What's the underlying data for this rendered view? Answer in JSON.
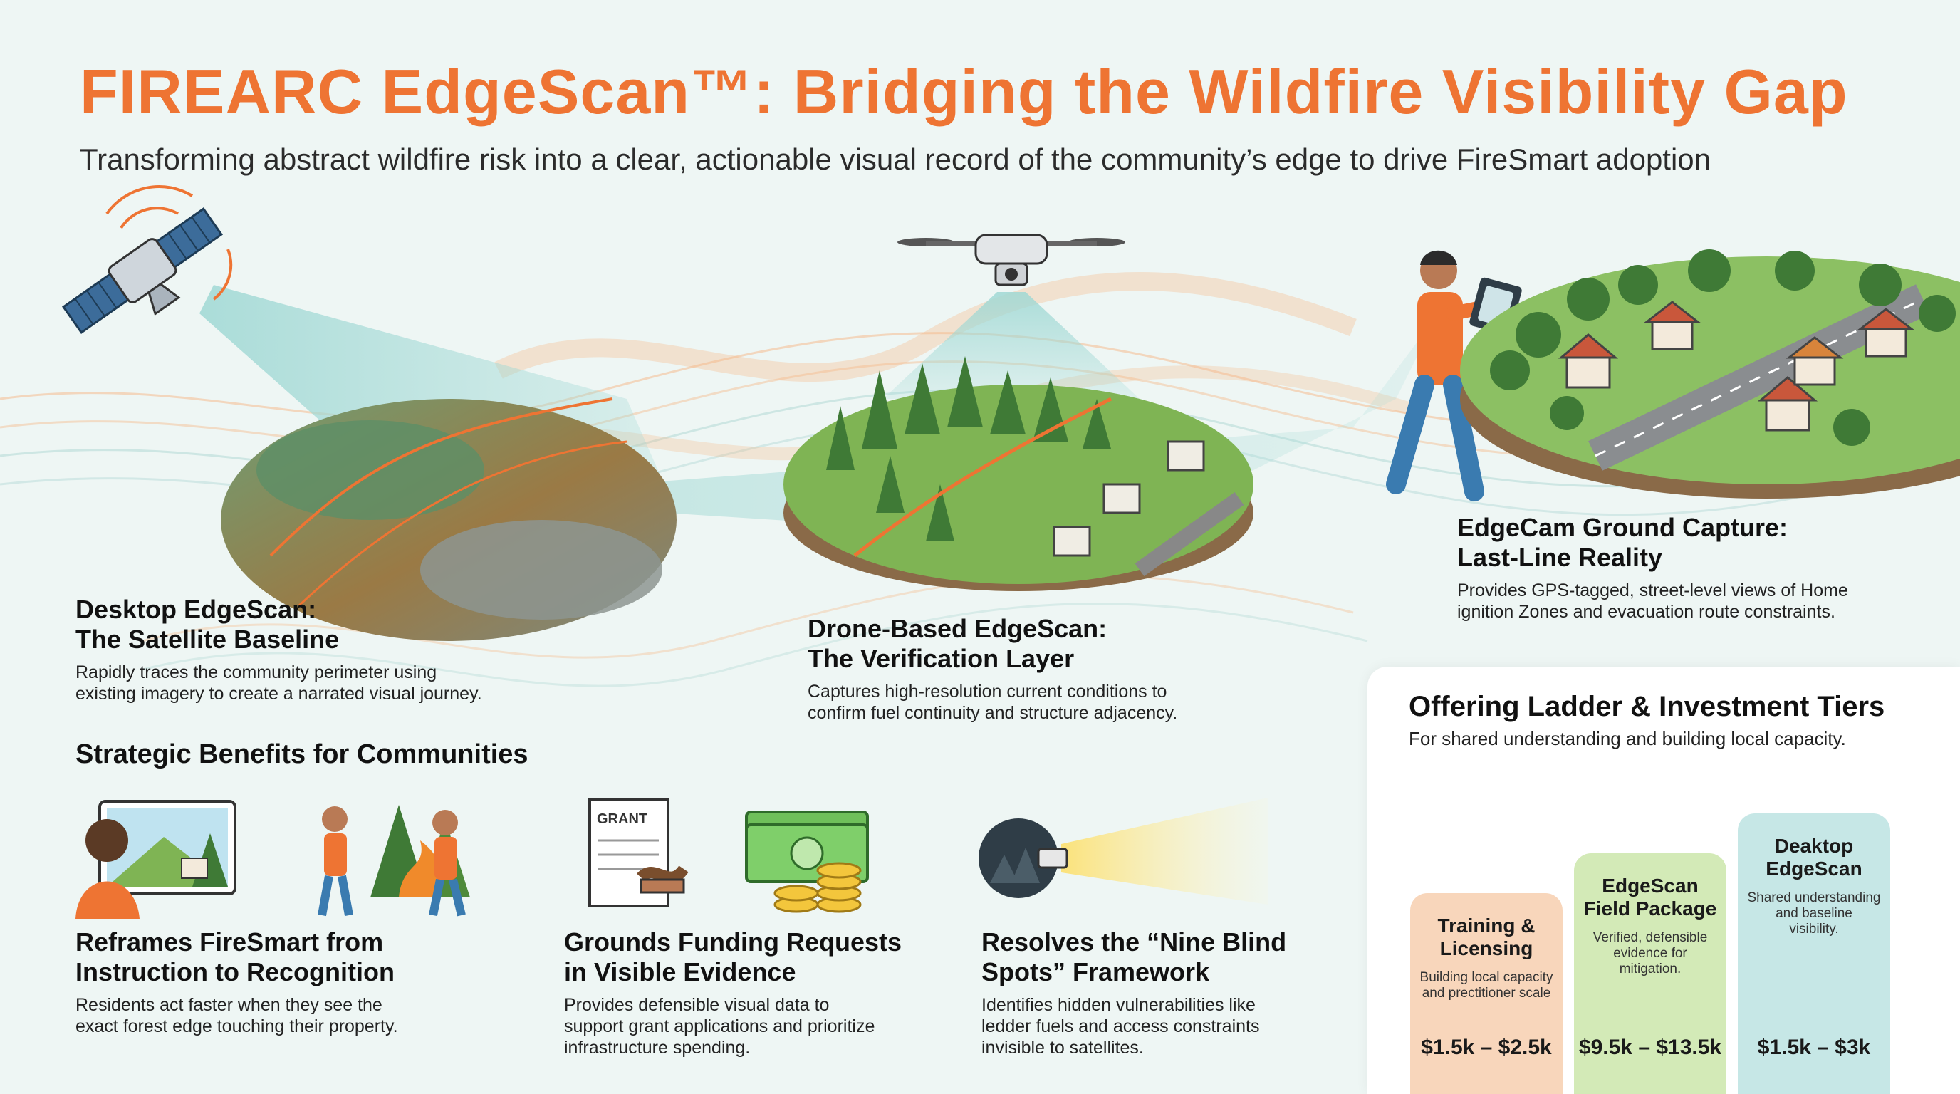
{
  "header": {
    "title": "FIREARC EdgeScan™: Bridging the Wildfire Visibility Gap",
    "subtitle": "Transforming abstract wildfire risk into a clear, actionable visual record of the community’s edge to drive FireSmart adoption"
  },
  "stages": [
    {
      "title_line1": "Desktop EdgeScan:",
      "title_line2": "The Satellite Baseline",
      "desc_line1": "Rapidly traces the community perimeter using",
      "desc_line2": "existing imagery to create a narrated visual journey."
    },
    {
      "title_line1": "Drone-Based EdgeScan:",
      "title_line2": "The Verification Layer",
      "desc_line1": "Captures high-resolution current conditions to",
      "desc_line2": "confirm fuel continuity and structure adjacency."
    },
    {
      "title_line1": "EdgeCam Ground Capture:",
      "title_line2": "Last-Line Reality",
      "desc_line1": "Provides GPS-tagged, street-level views of Home",
      "desc_line2": "ignition Zones and evacuation route constraints."
    }
  ],
  "benefits": {
    "title": "Strategic Benefits for Communities",
    "grant_label": "GRANT",
    "items": [
      {
        "title_line1": "Reframes FireSmart from",
        "title_line2": "Instruction to Recognition",
        "desc_line1": "Residents act faster when they see the",
        "desc_line2": "exact forest edge touching their property.",
        "desc_line3": ""
      },
      {
        "title_line1": "Grounds Funding Requests",
        "title_line2": "in Visible Evidence",
        "desc_line1": "Provides defensible visual data to",
        "desc_line2": "support grant applications and prioritize",
        "desc_line3": "infrastructure spending."
      },
      {
        "title_line1": "Resolves the “Nine Blind",
        "title_line2": "Spots” Framework",
        "desc_line1": "Identifies hidden vulnerabilities like",
        "desc_line2": "ledder fuels and access constraints",
        "desc_line3": "invisible to satellites."
      }
    ]
  },
  "offering": {
    "title": "Offering Ladder & Investment Tiers",
    "subtitle": "For shared understanding and building local capacity.",
    "tiers": [
      {
        "name_line1": "Training &",
        "name_line2": "Licensing",
        "desc_line1": "Building local capacity",
        "desc_line2": "and prectitioner scale",
        "desc_line3": "",
        "price": "$1.5k – $2.5k",
        "color": "#f8d6bb"
      },
      {
        "name_line1": "EdgeScan",
        "name_line2": "Field Package",
        "desc_line1": "Verified, defensible",
        "desc_line2": "evidence for",
        "desc_line3": "mitigation.",
        "price": "$9.5k – $13.5k",
        "color": "#d3eab7"
      },
      {
        "name_line1": "Deaktop",
        "name_line2": "EdgeScan",
        "desc_line1": "Shared understanding",
        "desc_line2": "and baseline",
        "desc_line3": "visibility.",
        "price": "$1.5k – $3k",
        "color": "#c6e7e6"
      }
    ]
  },
  "colors": {
    "accent": "#ee7433",
    "forest": "#4e8a3a",
    "teal": "#5fb9b6",
    "beam": "#bfe4e1",
    "gold": "#f3c63c"
  },
  "icons": [
    "satellite-icon",
    "drone-icon",
    "tablet-icon",
    "landscape-screen-icon",
    "firefighters-icon",
    "grant-document-icon",
    "money-stack-icon",
    "flashlight-icon",
    "book-certificate-icon",
    "presenter-board-icon",
    "monitor-satellite-icon"
  ]
}
